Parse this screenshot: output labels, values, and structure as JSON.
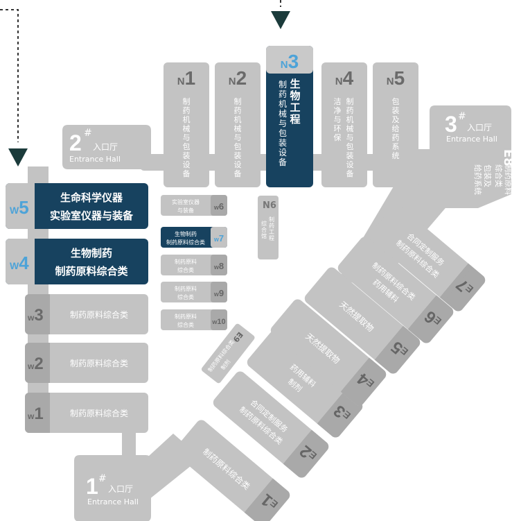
{
  "colors": {
    "hall": "#c3c3c3",
    "hall_dark": "#a9a9a9",
    "highlight": "#17425f",
    "highlight_code": "#4da3d8",
    "text": "#ffffff",
    "arrow": "#1b3b3b",
    "dotline": "#333333"
  },
  "entrances": [
    {
      "id": "entrance-1",
      "number": "1",
      "sup": "#",
      "zh": "入口厅",
      "en": "Entrance Hall"
    },
    {
      "id": "entrance-2",
      "number": "2",
      "sup": "#",
      "zh": "入口厅",
      "en": "Entrance Hall"
    },
    {
      "id": "entrance-3",
      "number": "3",
      "sup": "#",
      "zh": "入口厅",
      "en": "Entrance Hall"
    }
  ],
  "north": [
    {
      "code": "N1",
      "label": "制药机械与包装设备",
      "highlight": false
    },
    {
      "code": "N2",
      "label": "制药机械与包装设备",
      "highlight": false
    },
    {
      "code": "N3",
      "label": "生物工程",
      "label2": "制药机械与包装设备",
      "highlight": true
    },
    {
      "code": "N4",
      "label": "制药机械与包装设备",
      "label2": "洁净与环保",
      "highlight": false
    },
    {
      "code": "N5",
      "label": "包装及给药系统",
      "highlight": false
    }
  ],
  "west": [
    {
      "code": "W5",
      "line1": "生命科学仪器",
      "line2": "实验室仪器与装备",
      "highlight": true
    },
    {
      "code": "W4",
      "line1": "生物制药",
      "line2": "制药原料综合类",
      "highlight": true
    },
    {
      "code": "W3",
      "line1": "制药原料综合类",
      "highlight": false
    },
    {
      "code": "W2",
      "line1": "制药原料综合类",
      "highlight": false
    },
    {
      "code": "W1",
      "line1": "制药原料综合类",
      "highlight": false
    }
  ],
  "middle": [
    {
      "code": "W6",
      "line1": "实验室仪器",
      "line2": "与装备",
      "highlight": false
    },
    {
      "code": "W7",
      "line1": "生物制药",
      "line2": "制药原料综合类",
      "highlight": true
    },
    {
      "code": "W8",
      "line1": "制药原料",
      "line2": "综合类",
      "highlight": false
    },
    {
      "code": "W9",
      "line1": "制药原料",
      "line2": "综合类",
      "highlight": false
    },
    {
      "code": "W10",
      "line1": "制药原料",
      "line2": "综合类",
      "highlight": false
    }
  ],
  "n6": {
    "code": "N6",
    "line1": "制药工程",
    "line2": "综合馆"
  },
  "e9": {
    "code": "E9",
    "line1": "制药原料综合类",
    "line2": "制剂"
  },
  "east": [
    {
      "code": "E1",
      "line1": "制药原料综合类"
    },
    {
      "code": "E2",
      "line1": "合同定制服务",
      "line2": "制药原料综合类"
    },
    {
      "code": "E3",
      "line1": "药用辅料",
      "line2": "制剂"
    },
    {
      "code": "E4",
      "line1": "天然提取物"
    },
    {
      "code": "E5",
      "line1": "天然提取物"
    },
    {
      "code": "E6",
      "line1": "制药原料综合类",
      "line2": "药用辅料"
    },
    {
      "code": "E7",
      "line1": "合同定制服务",
      "line2": "制药原料综合类"
    },
    {
      "code": "E8",
      "line1": "制药原料",
      "line2": "综合类",
      "line3": "包装及",
      "line4": "给药系统"
    }
  ]
}
